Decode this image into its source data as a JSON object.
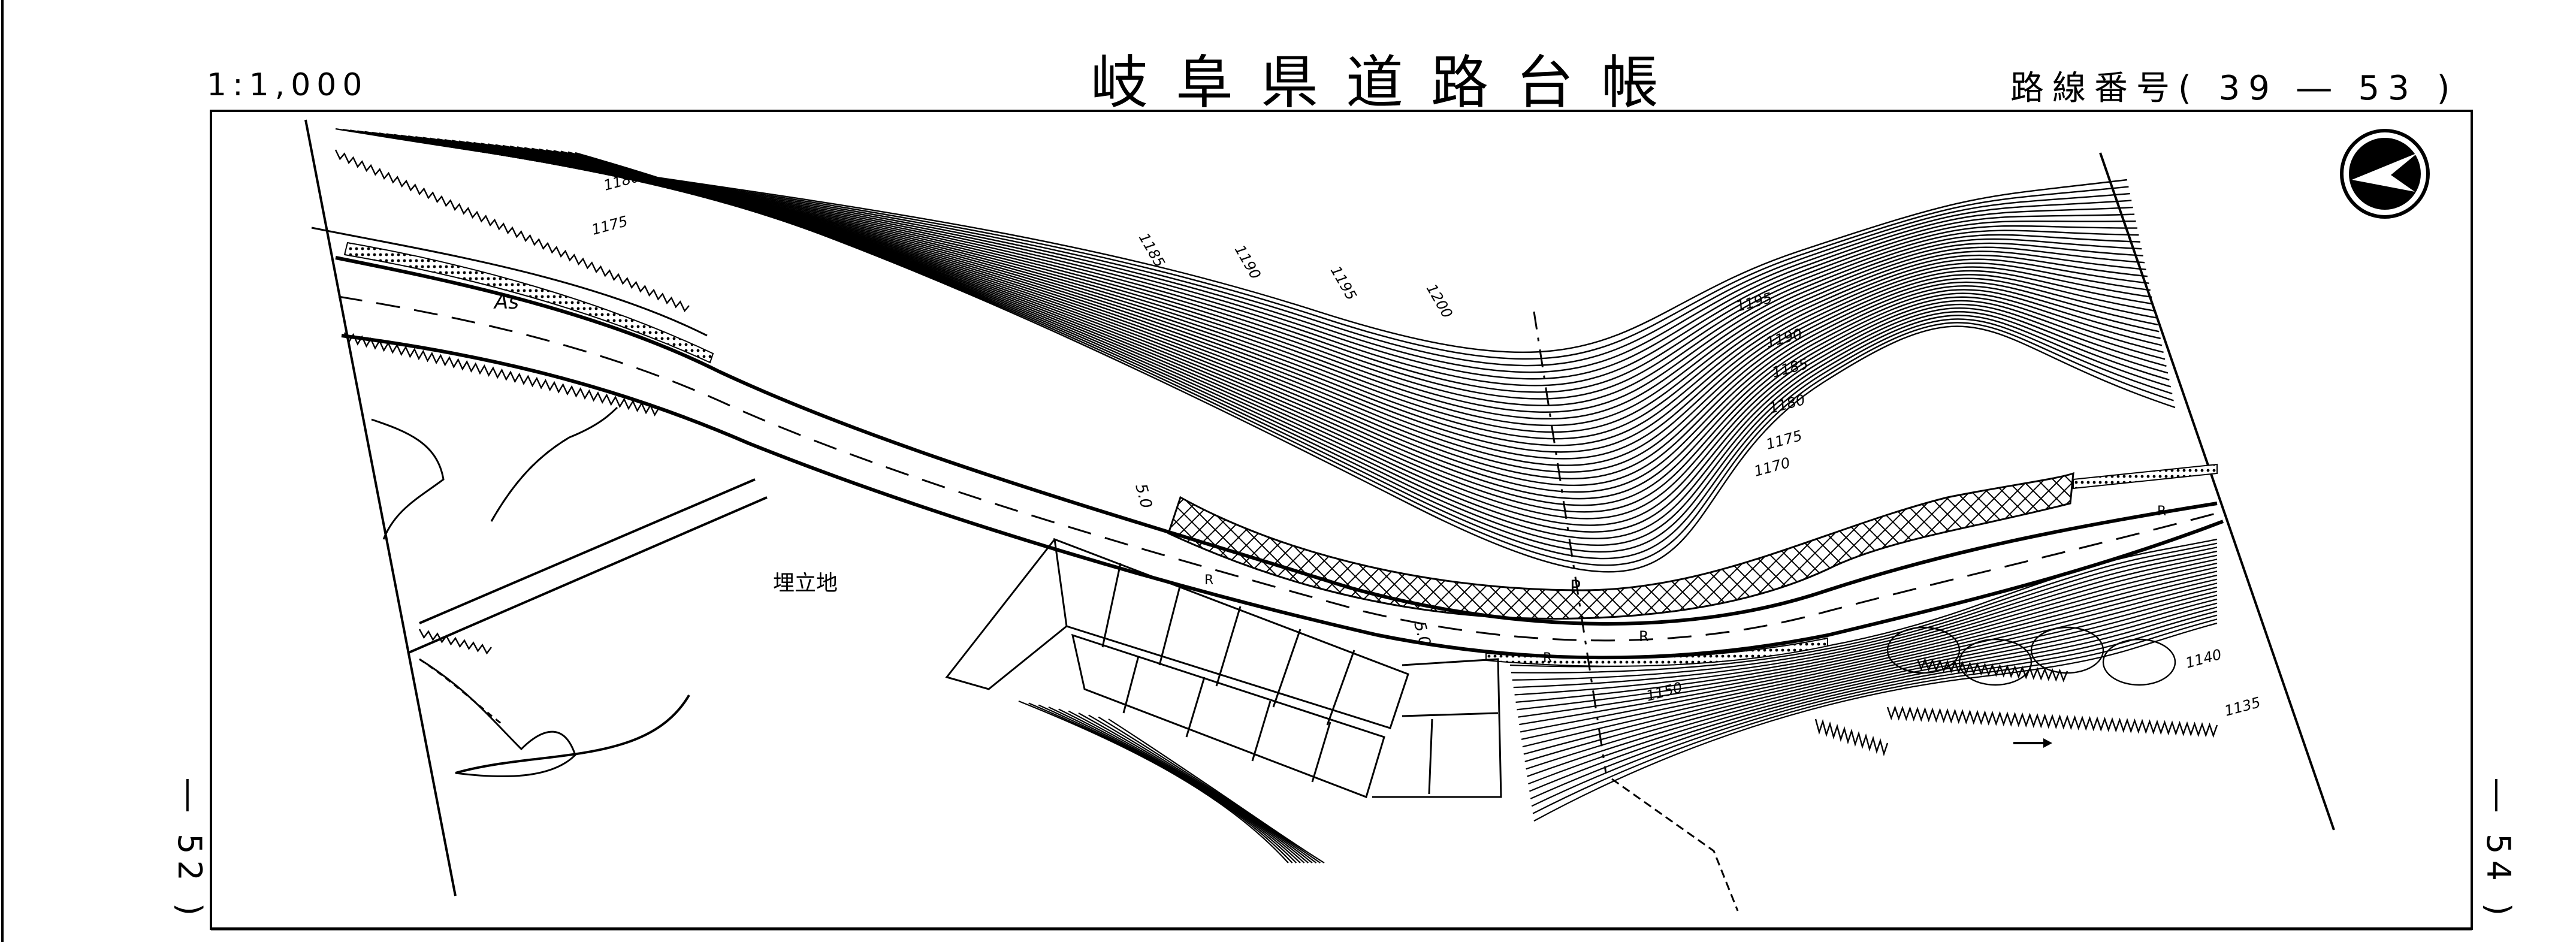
{
  "header": {
    "title": "岐阜県道路台帳",
    "scale": "1:1,000",
    "route_number": "路線番号( 39 ― 53 )"
  },
  "sheet_refs": {
    "left": "― 52 )",
    "right": "― 54 )"
  },
  "map": {
    "landfill_label": "埋立地",
    "pavement_label": "As",
    "contours": [
      "1180",
      "1175",
      "1185",
      "1190",
      "1195",
      "1200",
      "1195",
      "1190",
      "1185",
      "1180",
      "1175",
      "1170",
      "1150",
      "1140",
      "1135"
    ],
    "road_widths": [
      "5.0",
      "5.0"
    ],
    "point_label": "P",
    "guardrail_label": "R",
    "guardrail_labels": [
      "R",
      "R",
      "R"
    ]
  }
}
